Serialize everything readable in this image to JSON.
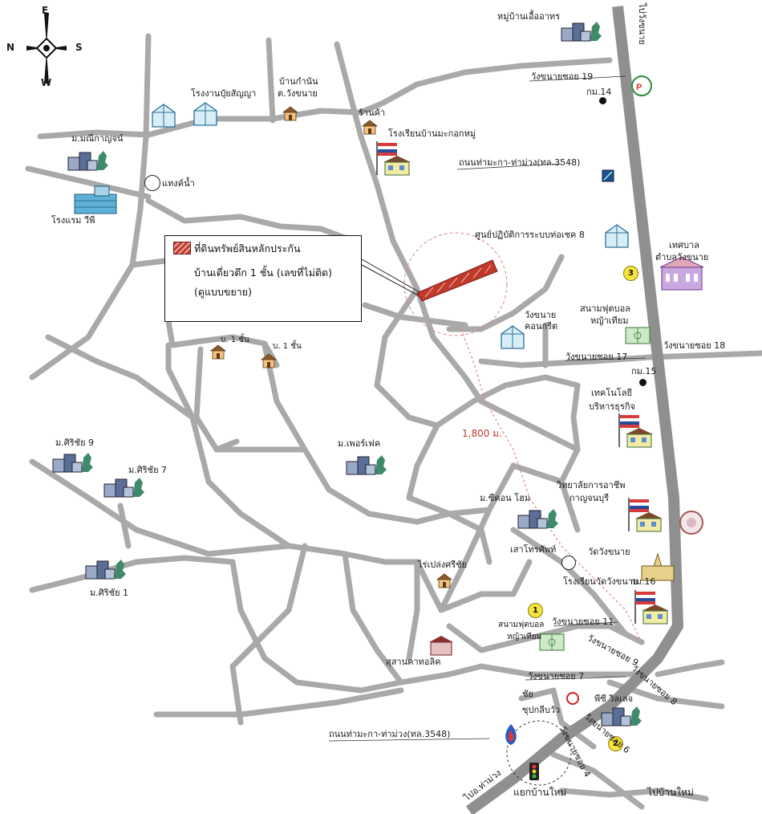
{
  "compass": {
    "n": "N",
    "e": "E",
    "s": "S",
    "w": "W"
  },
  "legend": {
    "line1": "ที่ดินทรัพย์สินหลักประกัน",
    "line2": "บ้านเดี่ยวตึก  1 ชั้น (เลขที่ไม่ติด)",
    "line3": "(ดูแบบขยาย)",
    "swatch_color": "#c0392b"
  },
  "distance": "1,800 ม.",
  "labels": {
    "ua_village": "หมู่บ้านเอื้ออาทร",
    "to_wangkanai": "ไปวังขนาย",
    "soi19": "วังขนายซอย 19",
    "km14": "กม.14",
    "fertilizer": "โรงงานปุ๋ยสัญญา",
    "kamnan1": "บ้านกำนัน",
    "kamnan2": "ต.วังขนาย",
    "shop": "ร้านค้า",
    "school_makok": "โรงเรียนบ้านมะกอกหมู่",
    "mani": "ม.มณีกาญจน์",
    "water_tank": "แทงค์น้ำ",
    "hotel": "โรงแรม วีพี",
    "road3548": "ถนนท่ามะกา-ท่าม่วง(ทล.3548)",
    "sewage": "ศูนย์ปฏิบัติการระบบท่อเชค 8",
    "municipal1": "เทศบาล",
    "municipal2": "ตำบลวังขนาย",
    "concrete1": "วังขนาย",
    "concrete2": "คอนกรีต",
    "football1_a": "สนามฟุตบอล",
    "football1_b": "หญ้าเทียม",
    "soi17": "วังขนายซอย 17",
    "soi18": "วังขนายซอย 18",
    "km15": "กม.15",
    "tech1": "เทคโนโลยี",
    "tech2": "บริหารธุรกิจ",
    "house1a": "บ. 1 ชั้น",
    "house1b": "บ. 1 ชั้น",
    "sirichai9": "ม.ศิริชัย 9",
    "sirichai7": "ม.ศิริชัย 7",
    "perfect": "ม.เพอร์เฟค",
    "vocational1": "วิทยาลัยการอาชีพ",
    "vocational2": "กาญจนบุรี",
    "seacon": "ม.ซีคอน โฮม",
    "phone_pole": "เสาโทรศัพท์",
    "wat": "วัดวังขนาย",
    "school_wat": "โรงเรียนวัดวังขนาย",
    "km16": "กม.16",
    "sirichai1": "ม.ศิริชัย 1",
    "rai": "ไร่เปล่งศรีชัย",
    "football2_a": "สนามฟุตบอล",
    "football2_b": "หญ้าเทียม",
    "soi11": "วังขนายซอย 11",
    "soi9": "วังขนายซอย 9",
    "soi8": "วังขนายซอย 8",
    "cemetery": "สุสานคาทอลิค",
    "soi7": "วังขนายซอย 7",
    "chai1": "ชัย",
    "chai2": "ซุปกลีบวัว",
    "pc_village": "พีซี วิลเลจ",
    "soi6": "วังขนายซอย 6",
    "soi4": "วังขนายซอย 4",
    "road3548b": "ถนนท่ามะกา-ท่าม่วง(ทล.3548)",
    "to_thamuang": "ไปอ.ท่าม่วง",
    "junction": "แยกบ้านใหม่",
    "to_banmai": "ไปบ้านใหม่"
  },
  "markers": {
    "m1": "1",
    "m2": "2",
    "m3": "3"
  },
  "colors": {
    "road": "#a9a9a9",
    "highway": "#8f8f8f",
    "route": "#d98b8b",
    "parcel": "#c0392b"
  }
}
